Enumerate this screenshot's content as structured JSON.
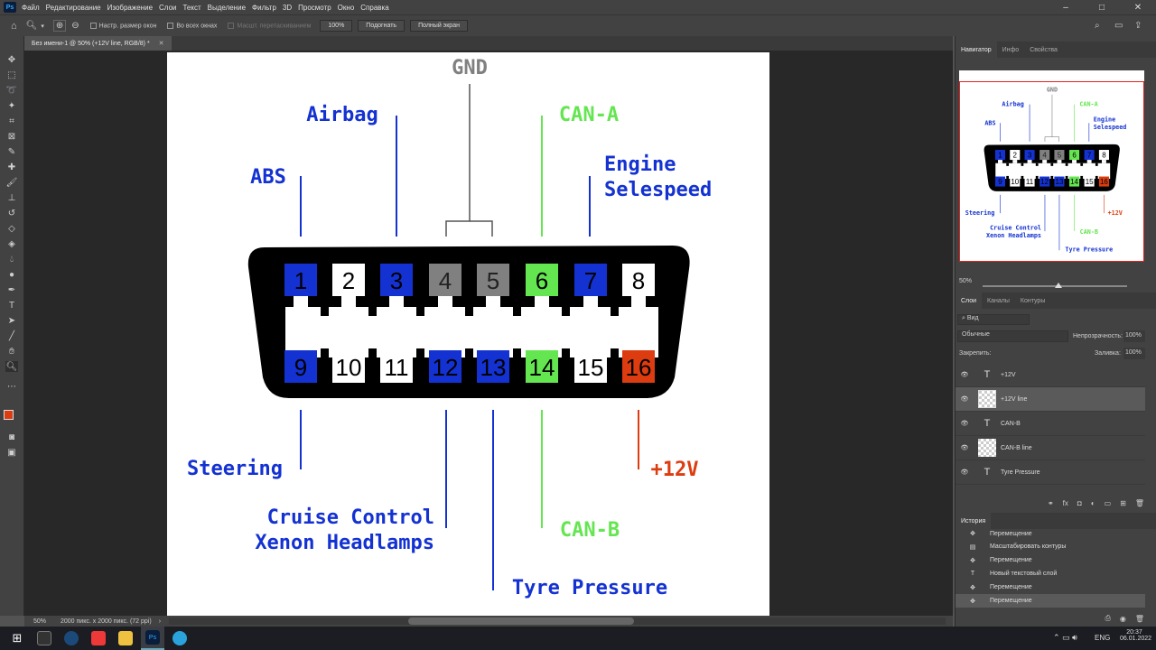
{
  "app": {
    "logo": "Ps"
  },
  "menu": [
    "Файл",
    "Редактирование",
    "Изображение",
    "Слои",
    "Текст",
    "Выделение",
    "Фильтр",
    "3D",
    "Просмотр",
    "Окно",
    "Справка"
  ],
  "options": {
    "resize_windows": "Настр. размер окон",
    "all_windows": "Во всех окнах",
    "scrubby_zoom": "Масшт. перетаскиванием",
    "zoom_value": "100%",
    "fit_button": "Подогнать",
    "fill_screen_button": "Полный экран"
  },
  "document": {
    "tab_title": "Без имени-1 @ 50% (+12V line, RGB/8) *",
    "zoom": "50%",
    "size_info": "2000 пикс. x 2000 пикс. (72 ppi)"
  },
  "diagram": {
    "labels": {
      "gnd": "GND",
      "airbag": "Airbag",
      "can_a": "CAN-A",
      "abs": "ABS",
      "engine": "Engine",
      "selespeed": "Selespeed",
      "steering": "Steering",
      "plus12v": "+12V",
      "cruise": "Cruise Control",
      "xenon": "Xenon Headlamps",
      "can_b": "CAN-B",
      "tyre": "Tyre Pressure"
    },
    "top_pins": [
      "1",
      "2",
      "3",
      "4",
      "5",
      "6",
      "7",
      "8"
    ],
    "bottom_pins": [
      "9",
      "10",
      "11",
      "12",
      "13",
      "14",
      "15",
      "16"
    ],
    "colors": {
      "blue": "#1432d2",
      "green": "#64e650",
      "gray": "#808080",
      "red": "#dc3c0f",
      "white": "#ffffff",
      "black": "#000000"
    }
  },
  "panels": {
    "navigator_tabs": [
      "Навигатор",
      "Инфо",
      "Свойства"
    ],
    "nav_zoom": "50%",
    "layers_tabs": [
      "Слои",
      "Каналы",
      "Контуры"
    ],
    "filter_kind": "Вид",
    "blend_mode": "Обычные",
    "opacity_label": "Непрозрачность:",
    "opacity_value": "100%",
    "lock_label": "Закрепить:",
    "fill_label": "Заливка:",
    "fill_value": "100%",
    "layers": [
      "+12V",
      "+12V line",
      "CAN-B",
      "CAN-B line",
      "Tyre Pressure"
    ],
    "history_title": "История",
    "history": [
      "Перемещение",
      "Масштабировать контуры",
      "Перемещение",
      "Новый текстовый слой",
      "Перемещение",
      "Перемещение"
    ]
  },
  "taskbar": {
    "lang": "ENG",
    "time": "20:37",
    "date": "06.01.2022"
  }
}
